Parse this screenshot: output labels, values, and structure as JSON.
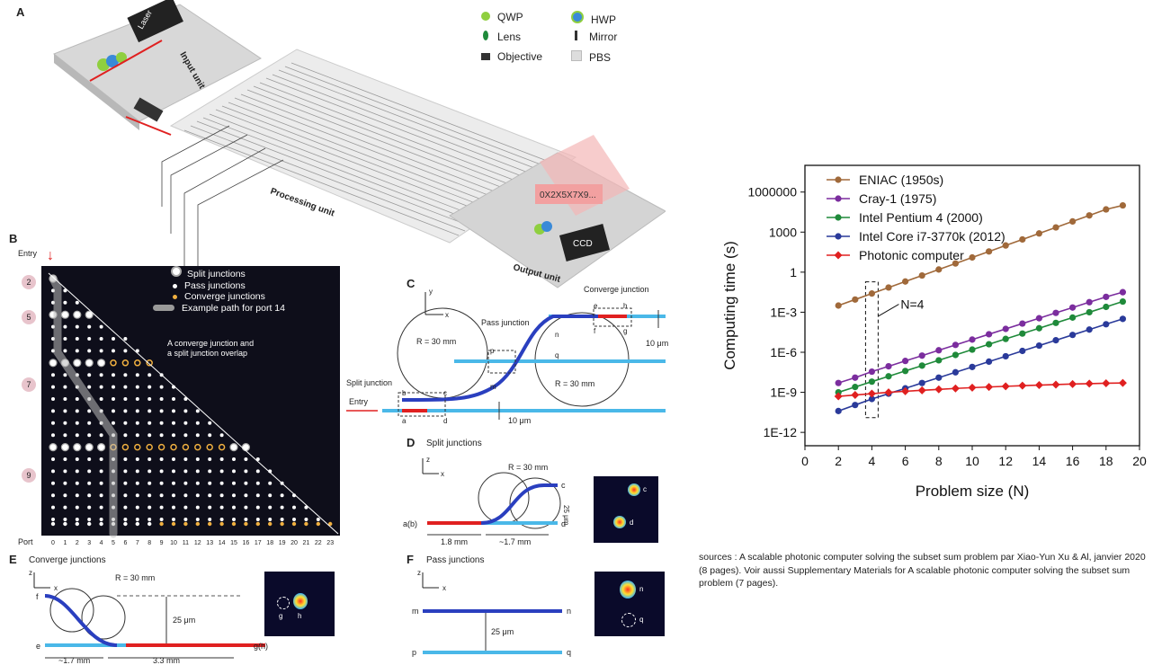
{
  "figure": {
    "panelA": {
      "label": "A",
      "units": [
        "Input unit",
        "Processing unit",
        "Output unit"
      ],
      "laser": "Laser",
      "ccd": "CCD",
      "display": "0X2X5X7X9...",
      "legend": [
        {
          "name": "QWP",
          "icon": "qwp-icon"
        },
        {
          "name": "HWP",
          "icon": "hwp-icon"
        },
        {
          "name": "Lens",
          "icon": "lens-icon"
        },
        {
          "name": "Mirror",
          "icon": "mirror-icon"
        },
        {
          "name": "Objective",
          "icon": "objective-icon"
        },
        {
          "name": "PBS",
          "icon": "pbs-icon"
        }
      ]
    },
    "panelB": {
      "label": "B",
      "entry": "Entry",
      "port": "Port",
      "rows": [
        "2",
        "5",
        "7",
        "9"
      ],
      "ports": [
        "0",
        "1",
        "2",
        "3",
        "4",
        "5",
        "6",
        "7",
        "8",
        "9",
        "10",
        "11",
        "12",
        "13",
        "14",
        "15",
        "16",
        "17",
        "18",
        "19",
        "20",
        "21",
        "22",
        "23"
      ],
      "legend": [
        "Split junctions",
        "Pass junctions",
        "Converge junctions",
        "Example path for port 14"
      ],
      "annotation_line1": "A converge junction and",
      "annotation_line2": "a split junction overlap"
    },
    "panelC": {
      "label": "C",
      "converge": "Converge junction",
      "pass": "Pass junction",
      "split": "Split junction",
      "entry": "Entry",
      "radius1": "R = 30 mm",
      "radius2": "R = 30 mm",
      "gap1": "10 μm",
      "gap2": "10 μm",
      "letters": [
        "a",
        "b",
        "c",
        "d",
        "e",
        "f",
        "g",
        "h",
        "m",
        "n",
        "p",
        "q"
      ],
      "axis_y": "y",
      "axis_x": "x"
    },
    "panelD": {
      "label": "D",
      "title": "Split junctions",
      "radius": "R = 30 mm",
      "gap": "25 μm",
      "len1": "1.8 mm",
      "len2": "~1.7 mm",
      "in": "a(b)",
      "out_c": "c",
      "out_d": "d",
      "axis_z": "z",
      "axis_x": "x"
    },
    "panelE": {
      "label": "E",
      "title": "Converge junctions",
      "radius": "R = 30 mm",
      "gap": "25 μm",
      "len1": "~1.7 mm",
      "len2": "3.3 mm",
      "f": "f",
      "e": "e",
      "out": "g(h)",
      "spot_g": "g",
      "spot_h": "h",
      "axis_z": "z",
      "axis_x": "x"
    },
    "panelF": {
      "label": "F",
      "title": "Pass junctions",
      "gap": "25 μm",
      "m": "m",
      "n": "n",
      "p": "p",
      "q": "q",
      "spot_n": "n",
      "spot_q": "q",
      "axis_z": "z",
      "axis_x": "x"
    }
  },
  "chart_data": {
    "type": "line",
    "xlabel": "Problem size (N)",
    "ylabel": "Computing time (s)",
    "yscale": "log",
    "xlim": [
      0,
      20
    ],
    "ylim": [
      1e-13,
      100000000.0
    ],
    "xticks": [
      "0",
      "2",
      "4",
      "6",
      "8",
      "10",
      "12",
      "14",
      "16",
      "18",
      "20"
    ],
    "yticks": [
      {
        "label": "1000000",
        "value": 1000000.0
      },
      {
        "label": "1000",
        "value": 1000.0
      },
      {
        "label": "1",
        "value": 1
      },
      {
        "label": "1E-3",
        "value": 0.001
      },
      {
        "label": "1E-6",
        "value": 1e-06
      },
      {
        "label": "1E-9",
        "value": 1e-09
      },
      {
        "label": "1E-12",
        "value": 1e-12
      }
    ],
    "x": [
      2,
      3,
      4,
      5,
      6,
      7,
      8,
      9,
      10,
      11,
      12,
      13,
      14,
      15,
      16,
      17,
      18,
      19
    ],
    "series": [
      {
        "name": "ENIAC (1950s)",
        "color": "#a0693a",
        "marker": "circle",
        "log10": [
          -2.5,
          -2.05,
          -1.6,
          -1.15,
          -0.7,
          -0.25,
          0.2,
          0.65,
          1.1,
          1.55,
          2.0,
          2.45,
          2.9,
          3.35,
          3.8,
          4.25,
          4.7,
          5.0
        ]
      },
      {
        "name": "Cray-1 (1975)",
        "color": "#7b2d9e",
        "marker": "circle",
        "log10": [
          -8.3,
          -7.9,
          -7.45,
          -7.05,
          -6.65,
          -6.25,
          -5.85,
          -5.45,
          -5.05,
          -4.65,
          -4.25,
          -3.85,
          -3.45,
          -3.05,
          -2.65,
          -2.25,
          -1.85,
          -1.5
        ]
      },
      {
        "name": "Intel Pentium 4 (2000)",
        "color": "#1f8a3a",
        "marker": "circle",
        "log10": [
          -9.0,
          -8.6,
          -8.2,
          -7.8,
          -7.4,
          -7.0,
          -6.6,
          -6.2,
          -5.8,
          -5.4,
          -5.0,
          -4.6,
          -4.2,
          -3.8,
          -3.4,
          -3.0,
          -2.6,
          -2.2
        ]
      },
      {
        "name": "Intel Core i7-3770k (2012)",
        "color": "#2a3a9a",
        "marker": "circle",
        "log10": [
          -10.4,
          -9.95,
          -9.5,
          -9.1,
          -8.7,
          -8.3,
          -7.9,
          -7.5,
          -7.1,
          -6.7,
          -6.3,
          -5.9,
          -5.5,
          -5.1,
          -4.7,
          -4.3,
          -3.9,
          -3.5
        ]
      },
      {
        "name": "Photonic computer",
        "color": "#e02020",
        "marker": "diamond",
        "log10": [
          -9.3,
          -9.2,
          -9.1,
          -9.0,
          -8.92,
          -8.85,
          -8.78,
          -8.71,
          -8.65,
          -8.6,
          -8.55,
          -8.5,
          -8.46,
          -8.42,
          -8.38,
          -8.35,
          -8.32,
          -8.3
        ]
      }
    ],
    "annotation": "N=4",
    "legend_position": "top-left"
  },
  "source": {
    "text": "sources : A scalable photonic computer solving the subset sum problem par Xiao-Yun Xu & Al, janvier 2020 (8 pages). Voir aussi Supplementary Materials for A scalable photonic computer solving the subset sum problem (7 pages)."
  }
}
